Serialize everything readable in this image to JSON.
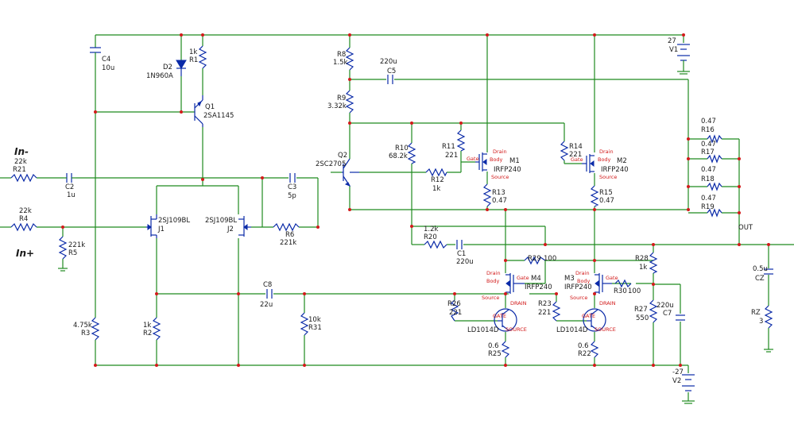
{
  "labels": {
    "in_minus": "In-",
    "in_plus": "In+",
    "out": "OUT"
  },
  "components": {
    "C4": {
      "ref": "C4",
      "value": "10u"
    },
    "D2": {
      "ref": "D2",
      "value": "1N960A"
    },
    "R1": {
      "ref": "R1",
      "value": "1k"
    },
    "Q1": {
      "ref": "Q1",
      "value": "2SA1145"
    },
    "R21": {
      "ref": "R21",
      "value": "22k"
    },
    "C2": {
      "ref": "C2",
      "value": "1u"
    },
    "R4": {
      "ref": "R4",
      "value": "22k"
    },
    "R5": {
      "ref": "R5",
      "value": "221k"
    },
    "J1": {
      "ref": "J1",
      "value": "2SJ109BL"
    },
    "J2": {
      "ref": "J2",
      "value": "2SJ109BL"
    },
    "C3": {
      "ref": "C3",
      "value": "5p"
    },
    "R6": {
      "ref": "R6",
      "value": "221k"
    },
    "C8": {
      "ref": "C8",
      "value": "22u"
    },
    "R3": {
      "ref": "R3",
      "value": "4.75k"
    },
    "R2": {
      "ref": "R2",
      "value": "1k"
    },
    "R31": {
      "ref": "R31",
      "value": "10k"
    },
    "R8": {
      "ref": "R8",
      "value": "1.5k"
    },
    "C5": {
      "ref": "C5",
      "value": "220u"
    },
    "R9": {
      "ref": "R9",
      "value": "3.32k"
    },
    "Q2": {
      "ref": "Q2",
      "value": "2SC2705"
    },
    "R10": {
      "ref": "R10",
      "value": "68.2k"
    },
    "R11": {
      "ref": "R11",
      "value": "221"
    },
    "R12": {
      "ref": "R12",
      "value": "1k"
    },
    "M1": {
      "ref": "M1",
      "value": "IRFP240"
    },
    "R13": {
      "ref": "R13",
      "value": "0.47"
    },
    "R14": {
      "ref": "R14",
      "value": "221"
    },
    "M2": {
      "ref": "M2",
      "value": "IRFP240"
    },
    "R15": {
      "ref": "R15",
      "value": "0.47"
    },
    "R20": {
      "ref": "R20",
      "value": "1.2k"
    },
    "C1": {
      "ref": "C1",
      "value": "220u"
    },
    "R29": {
      "ref": "R29",
      "value": "100"
    },
    "R28": {
      "ref": "R28",
      "value": "1k"
    },
    "M4": {
      "ref": "M4",
      "value": "IRFP240"
    },
    "M3": {
      "ref": "M3",
      "value": "IRFP240"
    },
    "R30": {
      "ref": "R30",
      "value": "100"
    },
    "R26": {
      "ref": "R26",
      "value": "221"
    },
    "R23": {
      "ref": "R23",
      "value": "221"
    },
    "U1": {
      "ref": "",
      "value": "LD1014D"
    },
    "U2": {
      "ref": "",
      "value": "LD1014D"
    },
    "R25": {
      "ref": "R25",
      "value": "0.6"
    },
    "R22": {
      "ref": "R22",
      "value": "0.6"
    },
    "R27": {
      "ref": "R27",
      "value": "550"
    },
    "C7": {
      "ref": "C7",
      "value": "220u"
    },
    "V1": {
      "ref": "V1",
      "value": "27"
    },
    "V2": {
      "ref": "V2",
      "value": "-27"
    },
    "R16": {
      "ref": "R16",
      "value": "0.47"
    },
    "R17": {
      "ref": "R17",
      "value": "0.47"
    },
    "R18": {
      "ref": "R18",
      "value": "0.47"
    },
    "R19": {
      "ref": "R19",
      "value": "0.47"
    },
    "CZ": {
      "ref": "CZ",
      "value": "0.5u"
    },
    "RZ": {
      "ref": "RZ",
      "value": "3"
    }
  },
  "pins": {
    "drain": "Drain",
    "body": "Body",
    "gate": "Gate",
    "source": "Source",
    "DRAIN": "DRAIN",
    "GATE": "GATE",
    "SOURCE": "SOURCE"
  }
}
